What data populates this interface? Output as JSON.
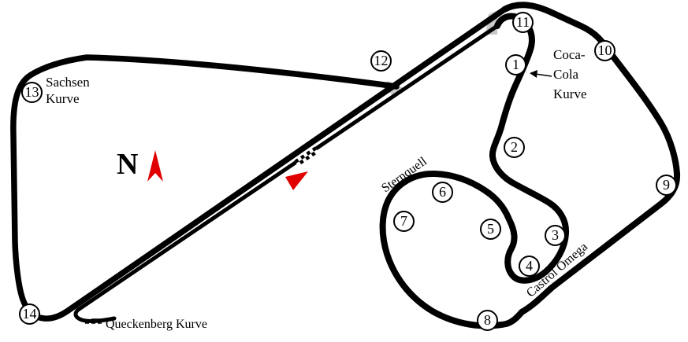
{
  "colors": {
    "track_black": "#000000",
    "background": "#ffffff",
    "direction_red": "#e00000",
    "connector_gray": "#c9c9c9",
    "marker_fill": "#ffffff"
  },
  "compass": {
    "north_label": "N"
  },
  "corners": [
    "1",
    "2",
    "3",
    "4",
    "5",
    "6",
    "7",
    "8",
    "9",
    "10",
    "11",
    "12",
    "13",
    "14"
  ],
  "corner_labels": {
    "sachsen_kurve": {
      "line1": "Sachsen",
      "line2": "Kurve"
    },
    "coca_cola_kurve": {
      "line1": "Coca-",
      "line2": "Cola",
      "line3": "Kurve"
    },
    "queckenberg_kurve": {
      "text": "Queckenberg Kurve"
    },
    "sternquell": {
      "text": "Sternquell"
    },
    "castrol_omega": {
      "text": "Castrol Omega"
    }
  }
}
